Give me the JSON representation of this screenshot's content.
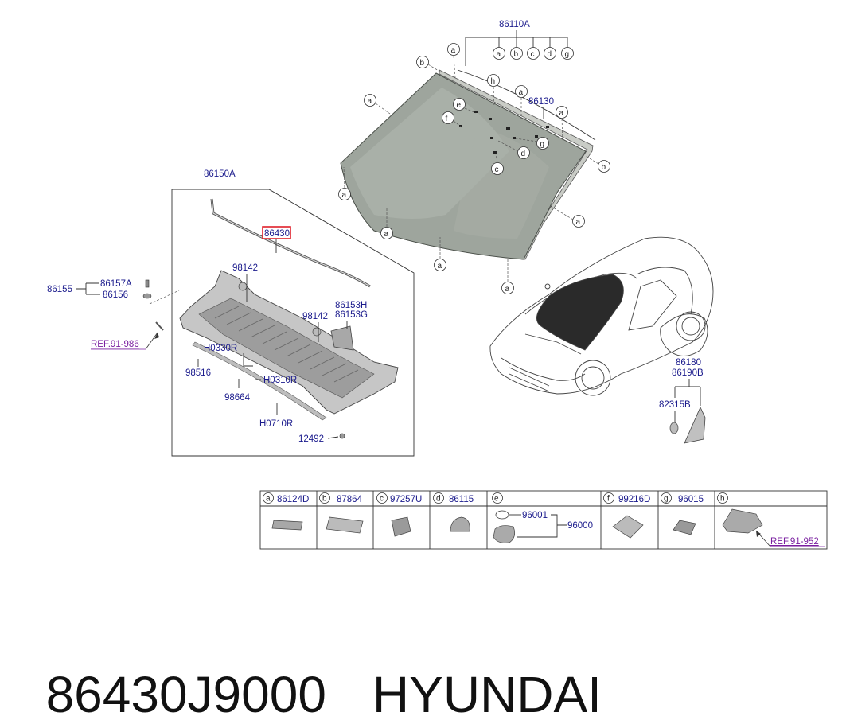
{
  "windshield": {
    "assembly": "86110A",
    "molding": "86130",
    "lower_left_a": "a",
    "callouts": [
      "a",
      "b",
      "c",
      "d",
      "g",
      "h",
      "e",
      "f"
    ],
    "glass_color": "#9ea59d"
  },
  "cowl": {
    "assembly": "86150A",
    "highlighted_part": "86430",
    "parts": {
      "p98142a": "98142",
      "p98142b": "98142",
      "p86153": "86153H",
      "p86153b": "86153G",
      "h0330": "H0330R",
      "p98516": "98516",
      "h0310": "H0310R",
      "p98664": "98664",
      "h0710": "H0710R",
      "p12492": "12492"
    },
    "side": {
      "p86155": "86155",
      "p86157": "86157A",
      "p86156": "86156",
      "ref": "REF.91-986"
    }
  },
  "right_parts": {
    "p86180": "86180",
    "p86190": "86190B",
    "p82315": "82315B"
  },
  "legend": [
    {
      "letter": "a",
      "part": "86124D"
    },
    {
      "letter": "b",
      "part": "87864"
    },
    {
      "letter": "c",
      "part": "97257U"
    },
    {
      "letter": "d",
      "part": "86115"
    },
    {
      "letter": "e",
      "part": "",
      "sub1": "96001",
      "sub2": "96000"
    },
    {
      "letter": "f",
      "part": "99216D"
    },
    {
      "letter": "g",
      "part": "96015"
    },
    {
      "letter": "h",
      "part": "",
      "ref": "REF.91-952"
    }
  ],
  "caption": {
    "part_number": "86430J9000",
    "brand": "HYUNDAI"
  },
  "colors": {
    "label": "#1a1a8c",
    "ref": "#7a1fa0",
    "highlight": "#e0202a"
  }
}
